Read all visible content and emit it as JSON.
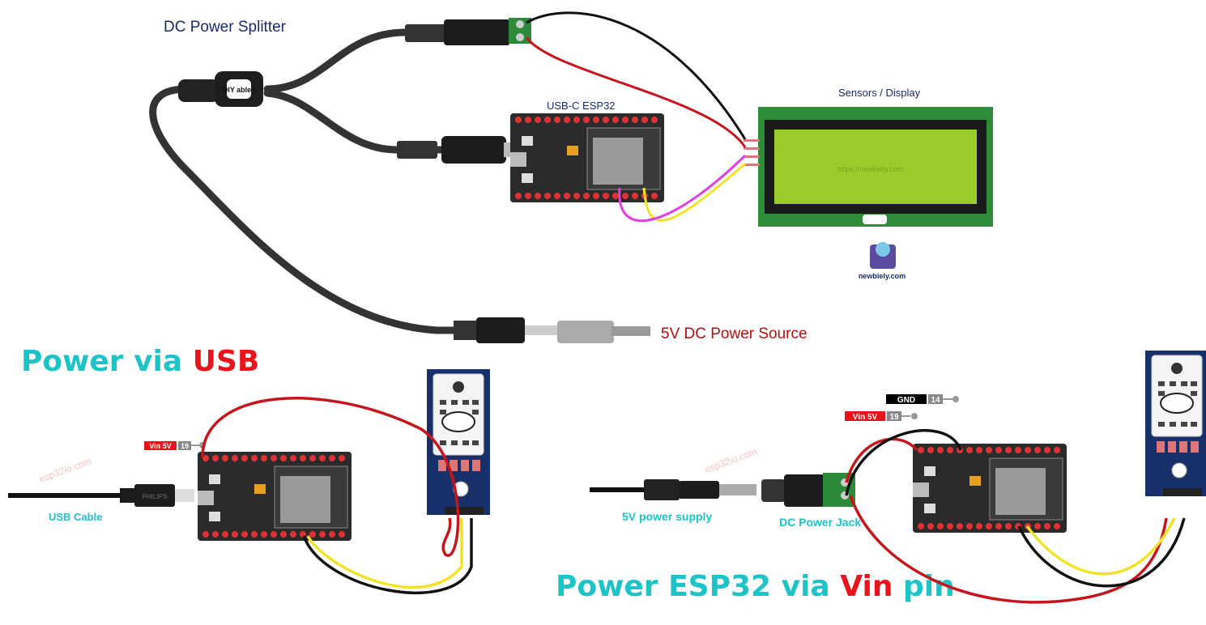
{
  "top": {
    "splitter_label": "DC Power Splitter",
    "esp32_label": "USB-C ESP32",
    "display_label": "Sensors / Display",
    "lcd_watermark": "https://newbiely.com",
    "newbiely_logo": "newbiely.com",
    "power_source_label": "5V DC Power Source",
    "brand_logo": "DIY ables"
  },
  "left": {
    "title_prefix": "Power via",
    "title_highlight": "USB",
    "pin_name": "Vin 5V",
    "pin_number": "19",
    "cable_label": "USB Cable",
    "cable_brand": "PHILIPS",
    "watermark": "esp32io.com"
  },
  "right": {
    "title_prefix": "Power ESP32 via",
    "title_highlight": "Vin",
    "title_suffix": "pin",
    "gnd_name": "GND",
    "gnd_number": "14",
    "vin_name": "Vin 5V",
    "vin_number": "19",
    "supply_label": "5V power supply",
    "jack_label": "DC Power Jack",
    "watermark": "esp32io.com"
  },
  "colors": {
    "teal": "#1ec3c8",
    "red": "#e8141b",
    "navy": "#1a2a6c",
    "dark_red": "#b01010",
    "wire_red": "#c4161c",
    "wire_yellow": "#f2e22a",
    "wire_magenta": "#e040e0",
    "lcd_green": "#9ccc2c"
  }
}
